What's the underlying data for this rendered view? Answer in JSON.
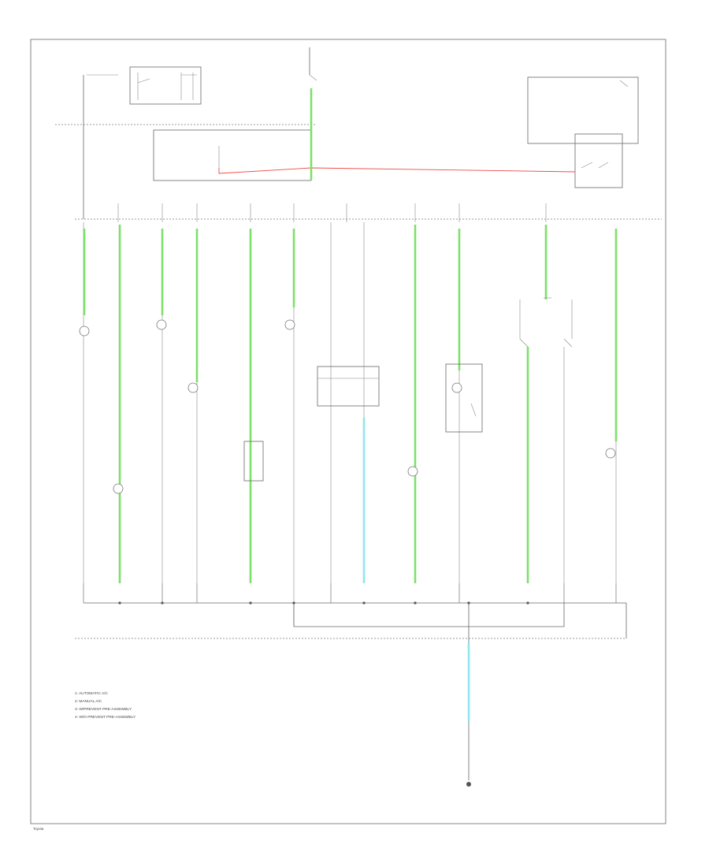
{
  "diagram": {
    "colors": {
      "green_wire": "#7de06a",
      "cyan_wire": "#8fe6ee",
      "red_wire": "#ee4b4b",
      "line": "#666666"
    },
    "notes": [
      "1: AUTOMATIC A/C",
      "2: MANUAL A/C",
      "3: W/PREVENT PRE-ASSEMBLY",
      "4: W/O PREVENT PRE-ASSEMBLY"
    ],
    "footer": "Toyota"
  }
}
